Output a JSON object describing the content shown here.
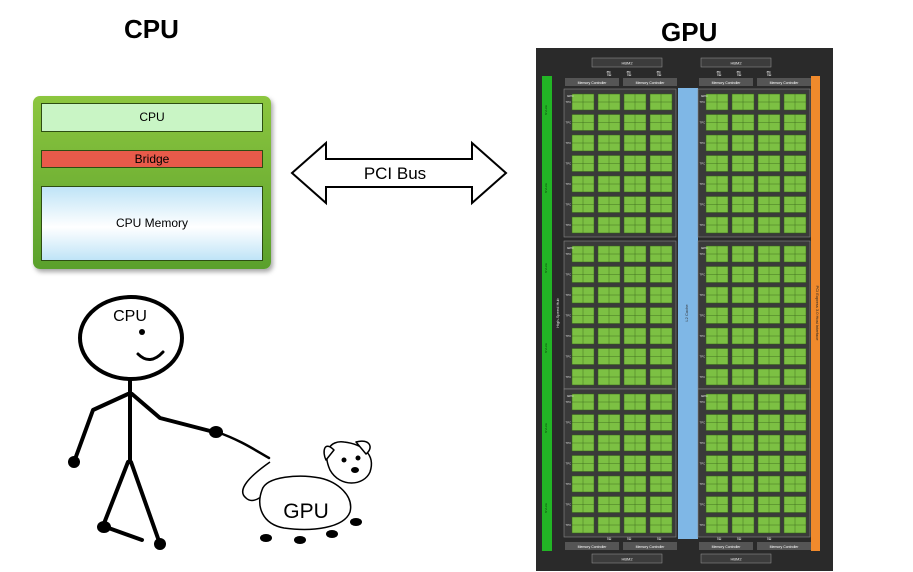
{
  "headings": {
    "cpu": "CPU",
    "gpu": "GPU"
  },
  "cpu_box": {
    "cpu_label": "CPU",
    "bridge_label": "Bridge",
    "memory_label": "CPU Memory"
  },
  "bus": {
    "label": "PCI Bus"
  },
  "cartoon": {
    "person_label": "CPU",
    "dog_label": "GPU"
  },
  "gpu_chip": {
    "hbm_label": "HBM2",
    "memory_controller_label": "Memory Controller",
    "l2_label": "L2 Cache",
    "pcie_label": "PCI Express 3.0 Host Interface",
    "hub_label": "High-Speed Hub",
    "nvlink_label": "NVLink",
    "gpc_label": "GPC",
    "tpc_label": "TPC"
  },
  "colors": {
    "cpu_box_green": "#6db33f",
    "bridge_red": "#e85a4a",
    "nvlink_green": "#22b525",
    "pcie_orange": "#f08a2c",
    "l2_blue": "#7fb7e6",
    "sm_core_green": "#7cc043",
    "chip_dark": "#2a2a2a"
  }
}
